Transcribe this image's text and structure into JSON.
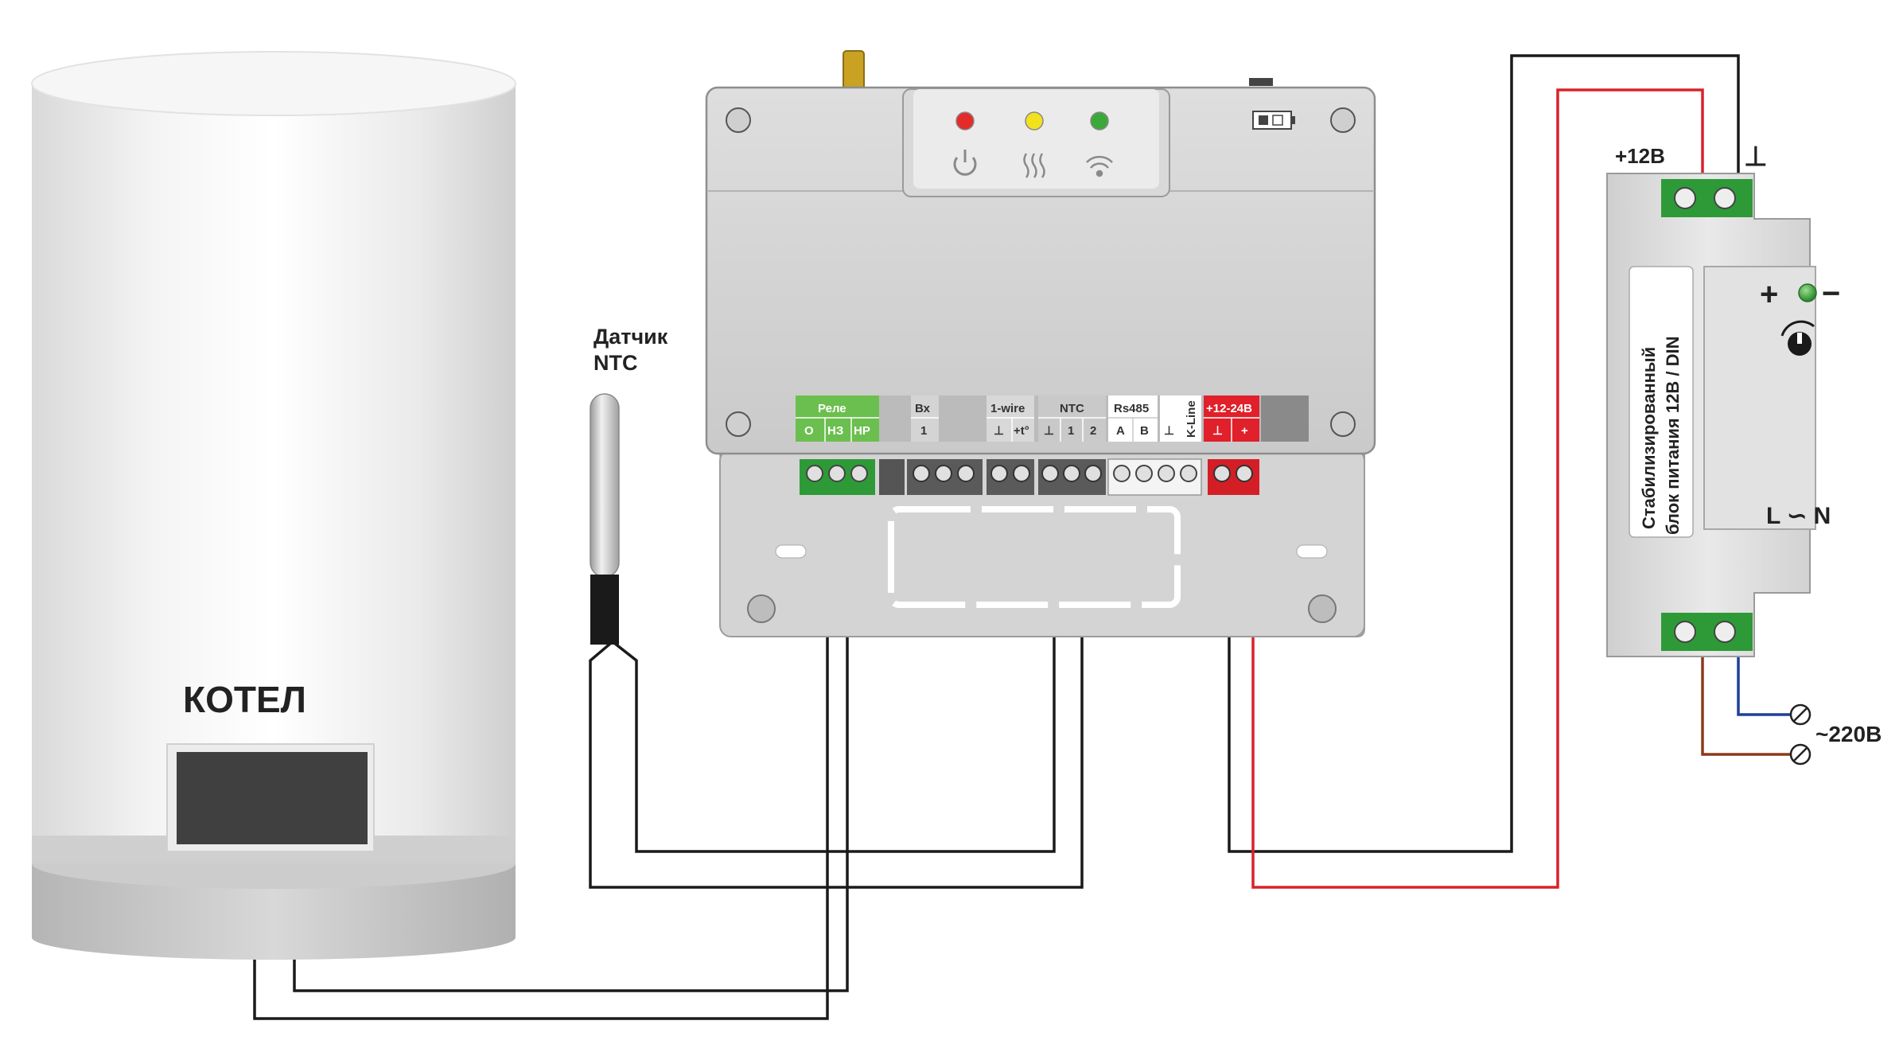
{
  "boiler": {
    "label": "КОТЕЛ"
  },
  "sensor": {
    "label_line1": "Датчик",
    "label_line2": "NTC"
  },
  "controller": {
    "terminals": {
      "relay_title": "Реле",
      "relay_o": "О",
      "relay_nz": "НЗ",
      "relay_nr": "НР",
      "input_title": "Вх",
      "input_1": "1",
      "onewire_title": "1-wire",
      "onewire_gnd": "⊥",
      "onewire_t": "+t°",
      "ntc_title": "NTC",
      "ntc_gnd": "⊥",
      "ntc_1": "1",
      "ntc_2": "2",
      "rs485_title": "Rs485",
      "rs485_a": "A",
      "rs485_b": "B",
      "kline_gnd": "⊥",
      "kline_title": "K-Line",
      "power_title": "+12-24В",
      "power_gnd": "⊥",
      "power_plus": "+"
    }
  },
  "psu": {
    "plus12": "+12В",
    "ground": "⊥",
    "plus_sign": "+",
    "minus_sign": "−",
    "label_line1": "Стабилизированный",
    "label_line2": "блок питания 12В / DIN",
    "l_n": "L ∽ N",
    "mains": "~220В"
  },
  "colors": {
    "relay_green": "#6bbf4e",
    "power_red": "#e0202a",
    "terminal_green": "#2e9a37",
    "wire_black": "#1a1a1a",
    "wire_red": "#d8232a",
    "wire_brown": "#8b3a1a",
    "wire_blue": "#1f3f9a",
    "led_red": "#e52a2a",
    "led_yellow": "#f2e21e",
    "led_green": "#3aa93a"
  },
  "icons": [
    "power-icon",
    "heating-icon",
    "wifi-icon",
    "battery-icon",
    "adjust-knob-icon",
    "screw-icon"
  ]
}
